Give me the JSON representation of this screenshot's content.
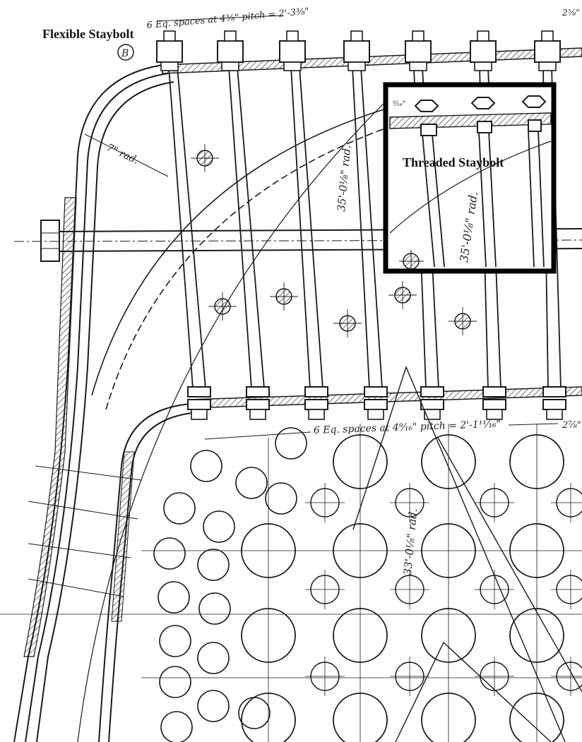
{
  "labels": {
    "flexible": "Flexible Staybolt",
    "threaded": "Threaded Staybolt",
    "circle_b": "B"
  },
  "dims": {
    "top_spacing": "6 Eq. spaces at 4⅜\" pitch = 2'-3⅜\"",
    "top_right": "2⅝\"",
    "outer_rad": "7\" rad.",
    "rad_35_main": "35'-0⅛\" rad.",
    "rad_35_inset": "35'-0⅛\" rad.",
    "inset_thickness": "⁹⁄₁₆\"",
    "bottom_spacing": "6 Eq. spaces at 4⁹⁄₁₆\" pitch = 2'-1¹¹⁄₁₆\"",
    "bottom_right": "2⅞\"",
    "rad_33": "33'-0⅛\" rad."
  },
  "colors": {
    "ink": "#1a1a1a",
    "paper": "#ffffff"
  }
}
